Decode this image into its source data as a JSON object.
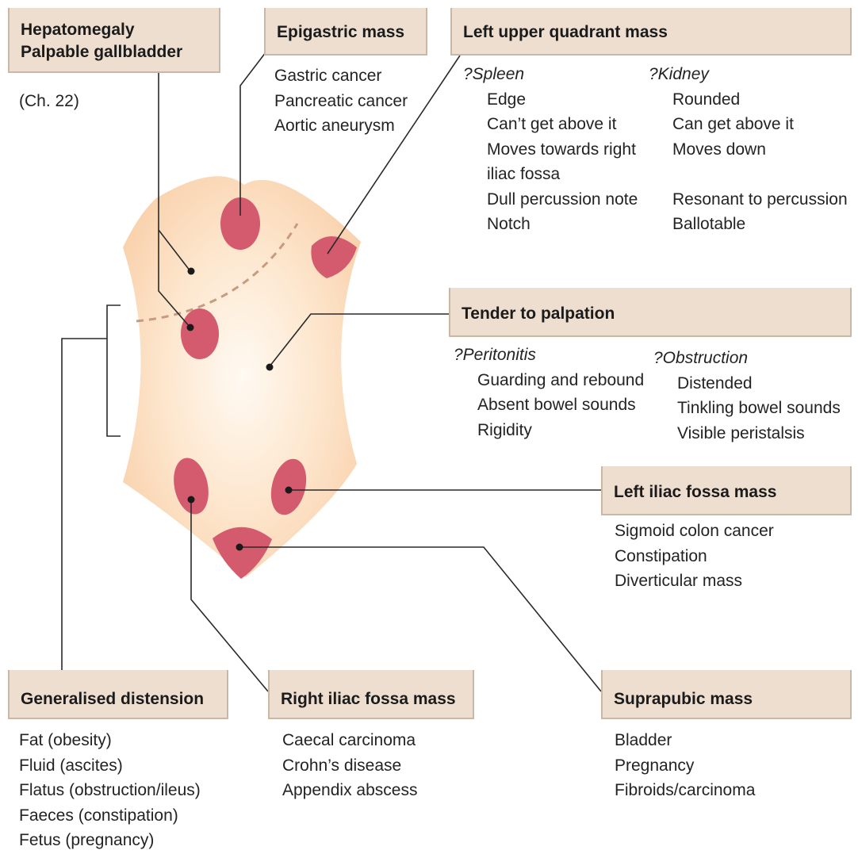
{
  "hepatomegaly": {
    "title_line1": "Hepatomegaly",
    "title_line2": "Palpable gallbladder",
    "note": "(Ch. 22)"
  },
  "epigastric": {
    "title": "Epigastric mass",
    "items": [
      "Gastric cancer",
      "Pancreatic cancer",
      "Aortic aneurysm"
    ]
  },
  "luq": {
    "title": "Left upper quadrant mass",
    "spleen": {
      "heading": "?Spleen",
      "items": [
        "Edge",
        "Can’t get above it",
        "Moves towards right",
        "iliac fossa",
        "Dull percussion note",
        "Notch"
      ]
    },
    "kidney": {
      "heading": "?Kidney",
      "items": [
        "Rounded",
        "Can get above it",
        "Moves down",
        "Resonant to percussion",
        "Ballotable"
      ]
    }
  },
  "tender": {
    "title": "Tender to palpation",
    "peritonitis": {
      "heading": "?Peritonitis",
      "items": [
        "Guarding and rebound",
        "Absent bowel sounds",
        "Rigidity"
      ]
    },
    "obstruction": {
      "heading": "?Obstruction",
      "items": [
        "Distended",
        "Tinkling bowel sounds",
        "Visible peristalsis"
      ]
    }
  },
  "lif": {
    "title": "Left iliac fossa mass",
    "items": [
      "Sigmoid colon cancer",
      "Constipation",
      "Diverticular mass"
    ]
  },
  "generalised": {
    "title": "Generalised distension",
    "items": [
      "Fat (obesity)",
      "Fluid (ascites)",
      "Flatus (obstruction/ileus)",
      "Faeces (constipation)",
      "Fetus (pregnancy)"
    ]
  },
  "rif": {
    "title": "Right iliac fossa mass",
    "items": [
      "Caecal carcinoma",
      "Crohn’s disease",
      "Appendix abscess"
    ]
  },
  "suprapubic": {
    "title": "Suprapubic mass",
    "items": [
      "Bladder",
      "Pregnancy",
      "Fibroids/carcinoma"
    ]
  },
  "colors": {
    "box_fill": "#eeded0",
    "box_border": "#c9b7a7",
    "abdomen_center": "#fff8ef",
    "abdomen_edge": "#fbd7b4",
    "mass_fill": "#d45a6d",
    "leader_line": "#2a2a2a",
    "dashed_line": "#c89a80"
  }
}
